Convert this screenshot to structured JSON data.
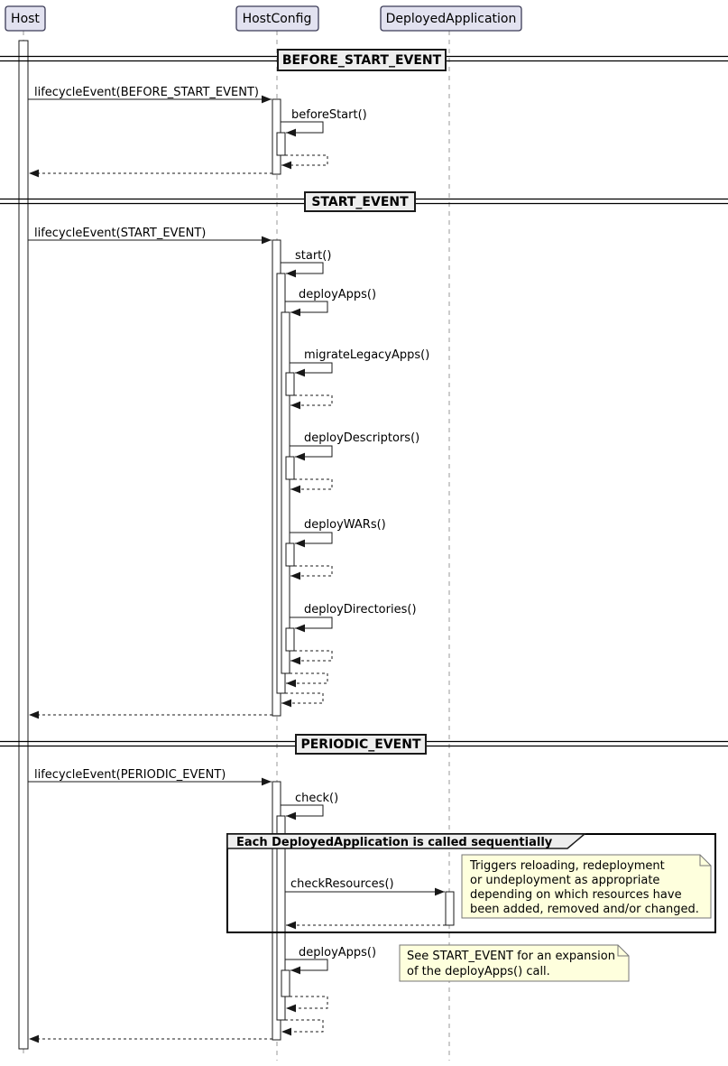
{
  "participants": [
    {
      "label": "Host"
    },
    {
      "label": "HostConfig"
    },
    {
      "label": "DeployedApplication"
    }
  ],
  "sections": [
    {
      "divider": "BEFORE_START_EVENT",
      "messages": {
        "lifecycle": "lifecycleEvent(BEFORE_START_EVENT)",
        "beforeStart": "beforeStart()"
      }
    },
    {
      "divider": "START_EVENT",
      "messages": {
        "lifecycle": "lifecycleEvent(START_EVENT)",
        "start": "start()",
        "deployApps": "deployApps()",
        "migrateLegacyApps": "migrateLegacyApps()",
        "deployDescriptors": "deployDescriptors()",
        "deployWARs": "deployWARs()",
        "deployDirectories": "deployDirectories()"
      }
    },
    {
      "divider": "PERIODIC_EVENT",
      "messages": {
        "lifecycle": "lifecycleEvent(PERIODIC_EVENT)",
        "check": "check()",
        "checkResources": "checkResources()",
        "deployApps": "deployApps()"
      },
      "group_label": "Each DeployedApplication is called sequentially",
      "notes": [
        {
          "lines": [
            "Triggers reloading, redeployment",
            "or undeployment as appropriate",
            "depending on which resources have",
            "been added, removed and/or changed."
          ]
        },
        {
          "lines": [
            "See START_EVENT for an expansion",
            "of the deployApps() call."
          ]
        }
      ]
    }
  ],
  "colors": {
    "participant_fill": "#E2E2F0",
    "participant_border": "#3b3b56",
    "note_fill": "#FEFFDD",
    "divider_fill": "#EEEEEE",
    "lifeline": "#999999",
    "ink": "#181818"
  }
}
